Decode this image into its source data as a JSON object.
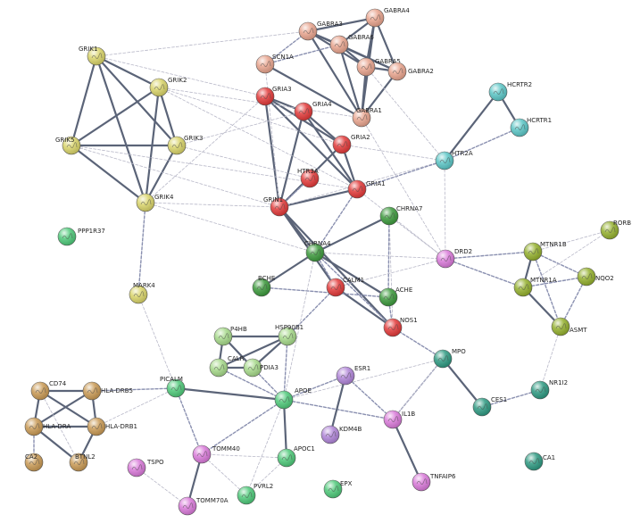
{
  "network": {
    "clusters": {
      "salmon": "#e8a48e",
      "red": "#e23a3a",
      "yellow": "#d9d46a",
      "cyan": "#5cc6c6",
      "green": "#3d9a3d",
      "olive": "#94b02e",
      "mint": "#a6d98a",
      "seagreen": "#4fc97a",
      "teal": "#2f9a82",
      "purple": "#b085d8",
      "pink": "#d97ad9",
      "brown": "#c99a55",
      "grey": "#6ebfb0"
    },
    "edge_colors": {
      "strong": "#5b6478",
      "medium": "#8a90b0",
      "weak": "#b8b8c8"
    },
    "nodes": [
      {
        "id": "GABRA3",
        "cluster": "salmon"
      },
      {
        "id": "GABRA4",
        "cluster": "salmon"
      },
      {
        "id": "GABRA6",
        "cluster": "salmon"
      },
      {
        "id": "GABRA5",
        "cluster": "salmon"
      },
      {
        "id": "GABRA2",
        "cluster": "salmon"
      },
      {
        "id": "SCN1A",
        "cluster": "salmon"
      },
      {
        "id": "GABRA1",
        "cluster": "salmon"
      },
      {
        "id": "GRIA3",
        "cluster": "red"
      },
      {
        "id": "GRIA4",
        "cluster": "red"
      },
      {
        "id": "GRIA2",
        "cluster": "red"
      },
      {
        "id": "HTR3A",
        "cluster": "red"
      },
      {
        "id": "GRIA1",
        "cluster": "red"
      },
      {
        "id": "GRIN1",
        "cluster": "red"
      },
      {
        "id": "CALM1",
        "cluster": "red"
      },
      {
        "id": "NOS1",
        "cluster": "red"
      },
      {
        "id": "GRIK1",
        "cluster": "yellow"
      },
      {
        "id": "GRIK2",
        "cluster": "yellow"
      },
      {
        "id": "GRIK5",
        "cluster": "yellow"
      },
      {
        "id": "GRIK3",
        "cluster": "yellow"
      },
      {
        "id": "GRIK4",
        "cluster": "yellow"
      },
      {
        "id": "MARK4",
        "cluster": "yellow"
      },
      {
        "id": "HCRTR2",
        "cluster": "cyan"
      },
      {
        "id": "HCRTR1",
        "cluster": "cyan"
      },
      {
        "id": "HTR2A",
        "cluster": "cyan"
      },
      {
        "id": "CHRNA7",
        "cluster": "green"
      },
      {
        "id": "CHRNA4",
        "cluster": "green"
      },
      {
        "id": "BCHE",
        "cluster": "green"
      },
      {
        "id": "ACHE",
        "cluster": "green"
      },
      {
        "id": "DRD2",
        "cluster": "pink"
      },
      {
        "id": "RORB",
        "cluster": "olive"
      },
      {
        "id": "MTNR1B",
        "cluster": "olive"
      },
      {
        "id": "NQO2",
        "cluster": "olive"
      },
      {
        "id": "MTNR1A",
        "cluster": "olive"
      },
      {
        "id": "ASMT",
        "cluster": "olive"
      },
      {
        "id": "PPP1R37",
        "cluster": "seagreen"
      },
      {
        "id": "P4HB",
        "cluster": "mint"
      },
      {
        "id": "HSP90B1",
        "cluster": "mint"
      },
      {
        "id": "CALR",
        "cluster": "mint"
      },
      {
        "id": "PDIA3",
        "cluster": "mint"
      },
      {
        "id": "PICALM",
        "cluster": "seagreen"
      },
      {
        "id": "APOE",
        "cluster": "seagreen"
      },
      {
        "id": "APOC1",
        "cluster": "seagreen"
      },
      {
        "id": "PVRL2",
        "cluster": "seagreen"
      },
      {
        "id": "EPX",
        "cluster": "seagreen"
      },
      {
        "id": "MPO",
        "cluster": "teal"
      },
      {
        "id": "CES1",
        "cluster": "teal"
      },
      {
        "id": "NR1I2",
        "cluster": "teal"
      },
      {
        "id": "CA1",
        "cluster": "teal"
      },
      {
        "id": "ESR1",
        "cluster": "purple"
      },
      {
        "id": "KDM4B",
        "cluster": "purple"
      },
      {
        "id": "IL1B",
        "cluster": "pink"
      },
      {
        "id": "TNFAIP6",
        "cluster": "pink"
      },
      {
        "id": "TOMM40",
        "cluster": "pink"
      },
      {
        "id": "TSPO",
        "cluster": "pink"
      },
      {
        "id": "TOMM70A",
        "cluster": "pink"
      },
      {
        "id": "CD74",
        "cluster": "brown"
      },
      {
        "id": "HLA-DRB5",
        "cluster": "brown"
      },
      {
        "id": "HLA-DRA",
        "cluster": "brown"
      },
      {
        "id": "HLA-DRB1",
        "cluster": "brown"
      },
      {
        "id": "CA2",
        "cluster": "brown"
      },
      {
        "id": "BTNL2",
        "cluster": "brown"
      }
    ],
    "edges": [
      [
        "GRIK1",
        "GRIK2",
        "strong"
      ],
      [
        "GRIK1",
        "GRIK5",
        "strong"
      ],
      [
        "GRIK1",
        "GRIK4",
        "strong"
      ],
      [
        "GRIK1",
        "GRIK3",
        "strong"
      ],
      [
        "GRIK2",
        "GRIK5",
        "strong"
      ],
      [
        "GRIK2",
        "GRIK3",
        "strong"
      ],
      [
        "GRIK2",
        "GRIK4",
        "strong"
      ],
      [
        "GRIK5",
        "GRIK3",
        "strong"
      ],
      [
        "GRIK5",
        "GRIK4",
        "strong"
      ],
      [
        "GRIK3",
        "GRIK4",
        "strong"
      ],
      [
        "GRIK4",
        "MARK4",
        "medium"
      ],
      [
        "GABRA3",
        "GABRA4",
        "strong"
      ],
      [
        "GABRA3",
        "GABRA6",
        "strong"
      ],
      [
        "GABRA3",
        "GABRA5",
        "strong"
      ],
      [
        "GABRA3",
        "GABRA2",
        "strong"
      ],
      [
        "GABRA3",
        "GABRA1",
        "strong"
      ],
      [
        "GABRA4",
        "GABRA6",
        "strong"
      ],
      [
        "GABRA4",
        "GABRA5",
        "strong"
      ],
      [
        "GABRA4",
        "GABRA2",
        "strong"
      ],
      [
        "GABRA4",
        "GABRA1",
        "strong"
      ],
      [
        "GABRA6",
        "GABRA5",
        "strong"
      ],
      [
        "GABRA6",
        "GABRA2",
        "strong"
      ],
      [
        "GABRA6",
        "GABRA1",
        "strong"
      ],
      [
        "GABRA5",
        "GABRA2",
        "strong"
      ],
      [
        "GABRA5",
        "GABRA1",
        "strong"
      ],
      [
        "GABRA2",
        "GABRA1",
        "strong"
      ],
      [
        "SCN1A",
        "GABRA1",
        "strong"
      ],
      [
        "SCN1A",
        "GABRA6",
        "medium"
      ],
      [
        "SCN1A",
        "GABRA3",
        "medium"
      ],
      [
        "GRIA3",
        "GRIA4",
        "strong"
      ],
      [
        "GRIA3",
        "GRIA2",
        "strong"
      ],
      [
        "GRIA3",
        "GRIA1",
        "strong"
      ],
      [
        "GRIA3",
        "GRIN1",
        "strong"
      ],
      [
        "GRIA4",
        "GRIA2",
        "strong"
      ],
      [
        "GRIA4",
        "GRIA1",
        "strong"
      ],
      [
        "GRIA4",
        "GRIN1",
        "strong"
      ],
      [
        "GRIA2",
        "GRIA1",
        "strong"
      ],
      [
        "GRIA2",
        "GRIN1",
        "strong"
      ],
      [
        "GRIA1",
        "GRIN1",
        "strong"
      ],
      [
        "HTR3A",
        "GRIN1",
        "medium"
      ],
      [
        "GRIA1",
        "CHRNA4",
        "medium"
      ],
      [
        "GRIN1",
        "CHRNA4",
        "strong"
      ],
      [
        "GRIN1",
        "CALM1",
        "strong"
      ],
      [
        "GRIN1",
        "NOS1",
        "strong"
      ],
      [
        "CALM1",
        "NOS1",
        "strong"
      ],
      [
        "CHRNA7",
        "CHRNA4",
        "strong"
      ],
      [
        "CHRNA4",
        "ACHE",
        "strong"
      ],
      [
        "CHRNA4",
        "BCHE",
        "strong"
      ],
      [
        "CHRNA7",
        "ACHE",
        "medium"
      ],
      [
        "BCHE",
        "ACHE",
        "medium"
      ],
      [
        "CHRNA4",
        "CALM1",
        "medium"
      ],
      [
        "CHRNA4",
        "NOS1",
        "medium"
      ],
      [
        "CHRNA4",
        "DRD2",
        "weak"
      ],
      [
        "CHRNA7",
        "DRD2",
        "weak"
      ],
      [
        "HTR2A",
        "DRD2",
        "weak"
      ],
      [
        "HTR2A",
        "GRIN1",
        "weak"
      ],
      [
        "HTR2A",
        "GRIA1",
        "medium"
      ],
      [
        "HCRTR2",
        "HCRTR1",
        "strong"
      ],
      [
        "HCRTR2",
        "HTR2A",
        "strong"
      ],
      [
        "HCRTR1",
        "HTR2A",
        "medium"
      ],
      [
        "DRD2",
        "MTNR1B",
        "medium"
      ],
      [
        "DRD2",
        "MTNR1A",
        "medium"
      ],
      [
        "MTNR1B",
        "MTNR1A",
        "strong"
      ],
      [
        "MTNR1B",
        "NQO2",
        "medium"
      ],
      [
        "MTNR1B",
        "RORB",
        "weak"
      ],
      [
        "MTNR1A",
        "NQO2",
        "medium"
      ],
      [
        "MTNR1A",
        "ASMT",
        "strong"
      ],
      [
        "MTNR1B",
        "ASMT",
        "medium"
      ],
      [
        "MTNR1A",
        "RORB",
        "weak"
      ],
      [
        "NQO2",
        "ASMT",
        "medium"
      ],
      [
        "ASMT",
        "NR1I2",
        "weak"
      ],
      [
        "P4HB",
        "HSP90B1",
        "strong"
      ],
      [
        "P4HB",
        "CALR",
        "strong"
      ],
      [
        "P4HB",
        "PDIA3",
        "strong"
      ],
      [
        "HSP90B1",
        "CALR",
        "strong"
      ],
      [
        "HSP90B1",
        "PDIA3",
        "strong"
      ],
      [
        "CALR",
        "PDIA3",
        "strong"
      ],
      [
        "CALR",
        "APOE",
        "medium"
      ],
      [
        "PDIA3",
        "APOE",
        "medium"
      ],
      [
        "HSP90B1",
        "APOE",
        "medium"
      ],
      [
        "HSP90B1",
        "CALM1",
        "medium"
      ],
      [
        "APOE",
        "PICALM",
        "strong"
      ],
      [
        "APOE",
        "APOC1",
        "strong"
      ],
      [
        "APOE",
        "PVRL2",
        "weak"
      ],
      [
        "APOE",
        "TOMM40",
        "medium"
      ],
      [
        "APOE",
        "ESR1",
        "medium"
      ],
      [
        "APOE",
        "IL1B",
        "medium"
      ],
      [
        "APOE",
        "CHRNA4",
        "weak"
      ],
      [
        "APOE",
        "MPO",
        "weak"
      ],
      [
        "APOC1",
        "PVRL2",
        "weak"
      ],
      [
        "APOC1",
        "TOMM40",
        "weak"
      ],
      [
        "TOMM40",
        "PVRL2",
        "weak"
      ],
      [
        "TOMM40",
        "TOMM70A",
        "strong"
      ],
      [
        "TSPO",
        "TOMM70A",
        "weak"
      ],
      [
        "PICALM",
        "TOMM40",
        "medium"
      ],
      [
        "PICALM",
        "HLA-DRB5",
        "medium"
      ],
      [
        "PICALM",
        "HLA-DRB1",
        "weak"
      ],
      [
        "PICALM",
        "MARK4",
        "weak"
      ],
      [
        "ESR1",
        "KDM4B",
        "strong"
      ],
      [
        "ESR1",
        "IL1B",
        "medium"
      ],
      [
        "IL1B",
        "TNFAIP6",
        "strong"
      ],
      [
        "IL1B",
        "MPO",
        "medium"
      ],
      [
        "MPO",
        "CES1",
        "strong"
      ],
      [
        "CES1",
        "NR1I2",
        "medium"
      ],
      [
        "MPO",
        "NOS1",
        "medium"
      ],
      [
        "MPO",
        "IL1B",
        "weak"
      ],
      [
        "CD74",
        "HLA-DRB5",
        "strong"
      ],
      [
        "CD74",
        "HLA-DRA",
        "strong"
      ],
      [
        "CD74",
        "HLA-DRB1",
        "strong"
      ],
      [
        "HLA-DRB5",
        "HLA-DRA",
        "strong"
      ],
      [
        "HLA-DRB5",
        "HLA-DRB1",
        "strong"
      ],
      [
        "HLA-DRA",
        "HLA-DRB1",
        "strong"
      ],
      [
        "HLA-DRA",
        "CA2",
        "medium"
      ],
      [
        "HLA-DRA",
        "BTNL2",
        "strong"
      ],
      [
        "HLA-DRB1",
        "BTNL2",
        "strong"
      ],
      [
        "CD74",
        "BTNL2",
        "weak"
      ],
      [
        "GRIK4",
        "GRIA3",
        "weak"
      ],
      [
        "GRIK4",
        "GRIN1",
        "weak"
      ],
      [
        "GRIK2",
        "GRIA2",
        "weak"
      ],
      [
        "GRIK5",
        "GRIA1",
        "weak"
      ],
      [
        "GRIK3",
        "GRIA4",
        "weak"
      ],
      [
        "GRIK1",
        "GABRA3",
        "weak"
      ],
      [
        "GRIK2",
        "GABRA1",
        "weak"
      ],
      [
        "GRIK4",
        "CHRNA4",
        "weak"
      ],
      [
        "GRIK3",
        "HTR3A",
        "weak"
      ],
      [
        "GRIK5",
        "GRIN1",
        "weak"
      ],
      [
        "GABRA1",
        "DRD2",
        "weak"
      ],
      [
        "GABRA5",
        "HTR2A",
        "weak"
      ],
      [
        "SCN1A",
        "GRIN1",
        "weak"
      ],
      [
        "GRIA1",
        "DRD2",
        "weak"
      ],
      [
        "CALM1",
        "DRD2",
        "weak"
      ],
      [
        "ACHE",
        "NOS1",
        "medium"
      ],
      [
        "CHRNA7",
        "NOS1",
        "weak"
      ],
      [
        "GRIA2",
        "HTR2A",
        "weak"
      ],
      [
        "GRIK1",
        "GRIA3",
        "weak"
      ],
      [
        "GRIK2",
        "GRIA1",
        "weak"
      ]
    ]
  }
}
